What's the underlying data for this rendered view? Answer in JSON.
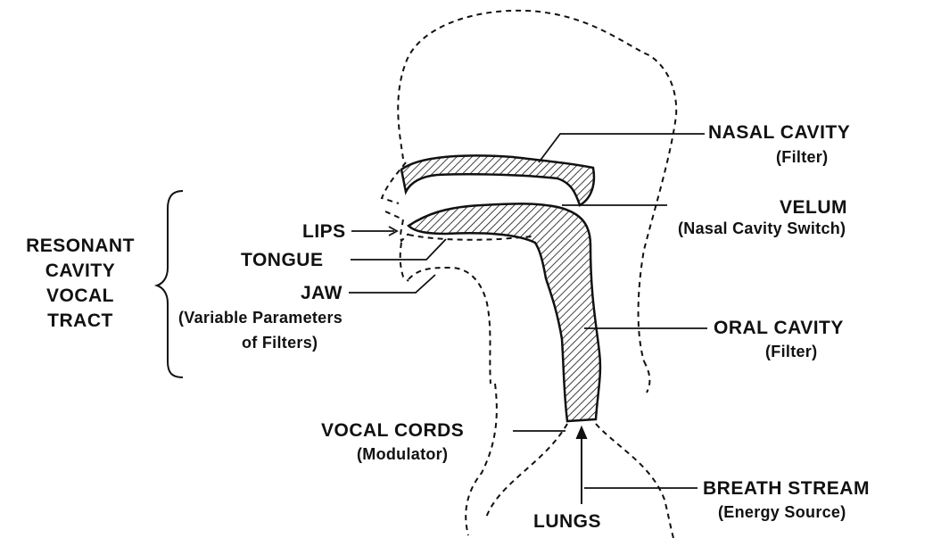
{
  "labels": {
    "nasal_cavity": "NASAL CAVITY",
    "nasal_cavity_sub": "(Filter)",
    "velum": "VELUM",
    "velum_sub": "(Nasal Cavity Switch)",
    "oral_cavity": "ORAL CAVITY",
    "oral_cavity_sub": "(Filter)",
    "breath_stream": "BREATH STREAM",
    "breath_stream_sub": "(Energy Source)",
    "lungs": "LUNGS",
    "vocal_cords": "VOCAL CORDS",
    "vocal_cords_sub": "(Modulator)",
    "lips": "LIPS",
    "tongue": "TONGUE",
    "jaw": "JAW",
    "jaw_sub_1": "(Variable Parameters",
    "jaw_sub_2": "of Filters)",
    "resonant_1": "RESONANT",
    "resonant_2": "CAVITY",
    "resonant_3": "VOCAL",
    "resonant_4": "TRACT"
  }
}
